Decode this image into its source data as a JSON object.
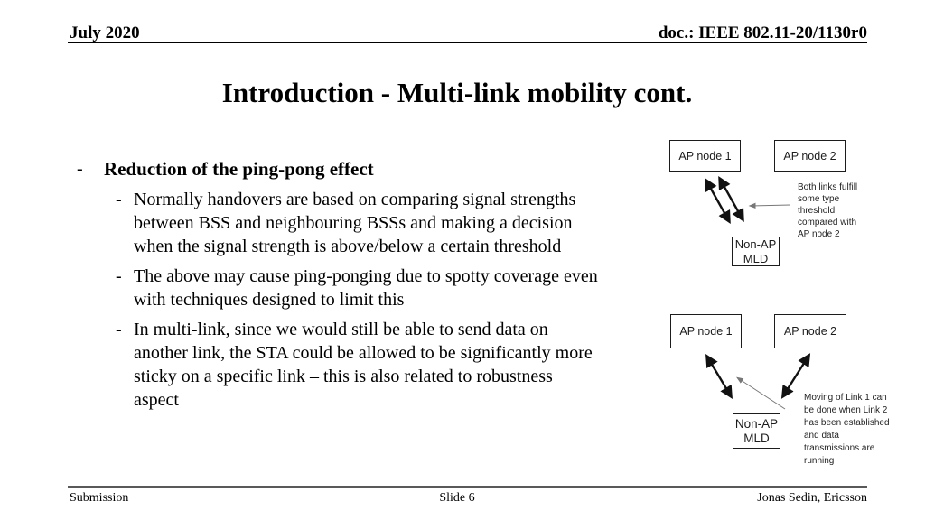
{
  "slide": {
    "header": {
      "date": "July 2020",
      "doc": "doc.: IEEE 802.11-20/1130r0"
    },
    "title": "Introduction - Multi-link mobility cont.",
    "content": {
      "bullet_dash": "-",
      "main_bullet": "Reduction of the ping-pong effect",
      "sub_bullets": [
        "Normally handovers are based on comparing signal strengths\nbetween BSS and neighbouring BSSs and making a decision\nwhen the signal strength is above/below a certain threshold",
        "The above may cause ping-ponging due to spotty coverage even\nwith techniques designed to limit this",
        "In multi-link, since we would still be able to send data on\nanother link, the STA could be allowed to be significantly more\nsticky on a specific link – this is also related to robustness\naspect"
      ]
    },
    "diagram_top": {
      "ap_node_1": "AP node 1",
      "ap_node_2": "AP node 2",
      "non_ap_mld": "Non-AP MLD",
      "annotation": "Both links fulfill\nsome type\nthreshold\ncompared with\nAP node 2"
    },
    "diagram_bottom": {
      "ap_node_1": "AP node 1",
      "ap_node_2": "AP node 2",
      "non_ap_mld": "Non-AP MLD",
      "annotation": "Moving of Link 1 can\nbe done when Link 2\nhas been established\nand data\ntransmissions are\nrunning"
    },
    "footer": {
      "left": "Submission",
      "center": "Slide 6",
      "right": "Jonas Sedin, Ericsson"
    },
    "colors": {
      "text": "#000000",
      "header_rule": "#000000",
      "footer_rule": "#595959",
      "box_border": "#1c1c1c",
      "bold_arrow": "#111111",
      "thin_arrow": "#777777"
    }
  }
}
